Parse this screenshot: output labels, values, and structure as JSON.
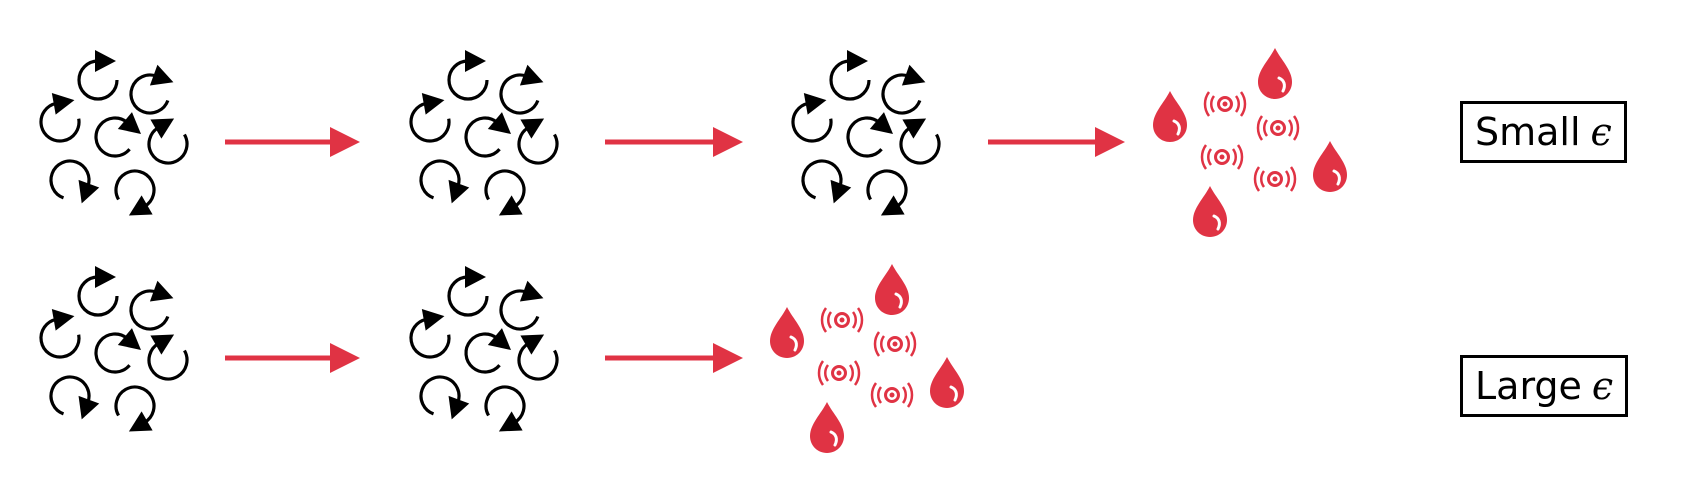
{
  "rows": [
    {
      "id": "small",
      "label": {
        "text": "Small",
        "symbol": "ϵ"
      },
      "stages": [
        "spinning-cluster",
        "spinning-cluster",
        "spinning-cluster",
        "decayed"
      ]
    },
    {
      "id": "large",
      "label": {
        "text": "Large",
        "symbol": "ϵ"
      },
      "stages": [
        "spinning-cluster",
        "spinning-cluster",
        "decayed"
      ]
    }
  ],
  "colors": {
    "spin": "#000000",
    "arrow": "#e03344",
    "decay": "#e03344"
  },
  "icons": {
    "spinning-cluster": "circular-arrow-icon",
    "decayed": "water-drop-icon",
    "decayed-center": "radiating-ring-icon"
  }
}
